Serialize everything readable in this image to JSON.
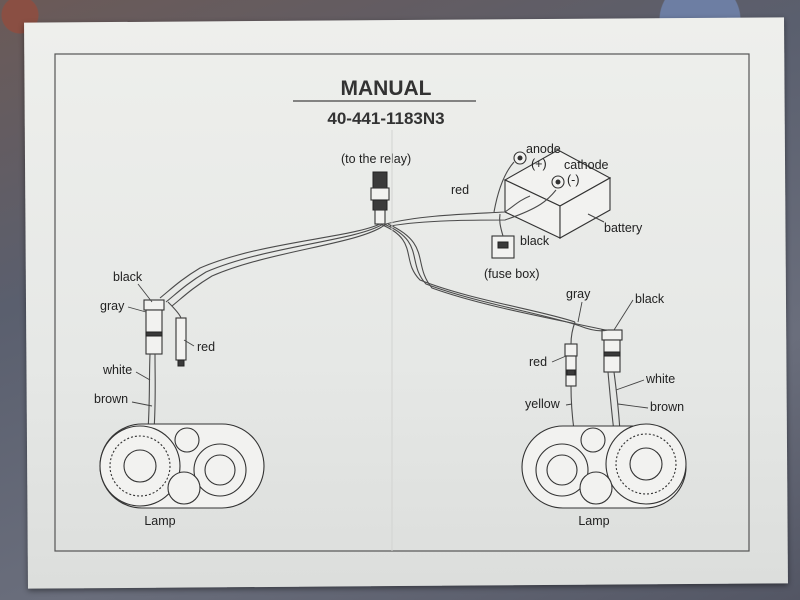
{
  "manual": {
    "title": "MANUAL",
    "part_number": "40-441-1183N3"
  },
  "labels": {
    "relay": "(to the relay)",
    "anode": "anode",
    "anode_sign": "(+)",
    "cathode": "cathode",
    "cathode_sign": "(-)",
    "battery": "battery",
    "red_top": "red",
    "black_top": "black",
    "fuse_box": "(fuse box)",
    "left_black": "black",
    "left_gray": "gray",
    "left_red": "red",
    "left_white": "white",
    "left_brown": "brown",
    "left_lamp": "Lamp",
    "right_gray": "gray",
    "right_black": "black",
    "right_red": "red",
    "right_white": "white",
    "right_yellow": "yellow",
    "right_brown": "brown",
    "right_lamp": "Lamp"
  }
}
